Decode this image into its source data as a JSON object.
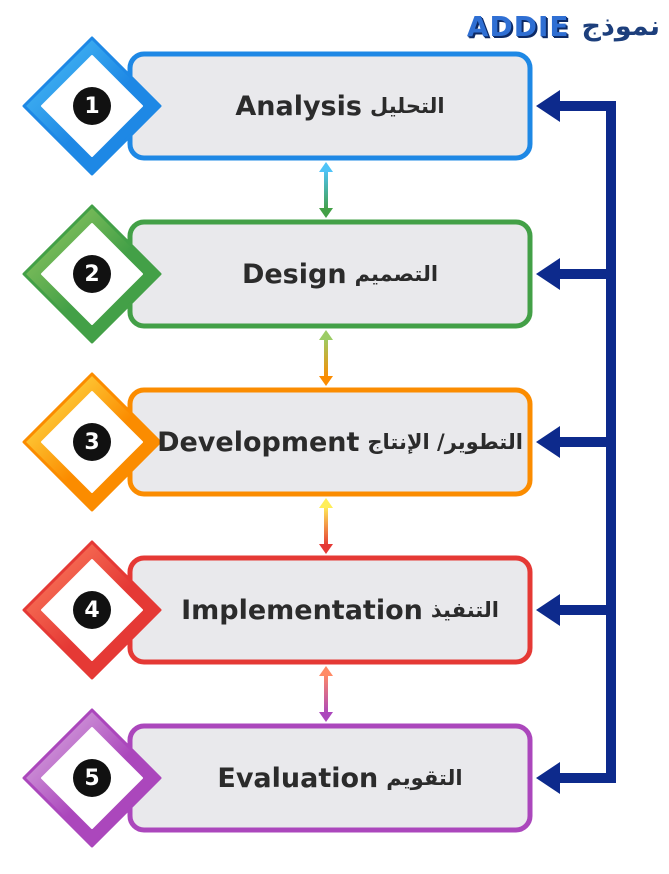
{
  "title": {
    "arabic": "نموذج",
    "model": "ADDIE"
  },
  "steps": [
    {
      "number": "1",
      "en": "Analysis",
      "ar": "التحليل",
      "color": "#1e88e5",
      "light": "#4fc3f7"
    },
    {
      "number": "2",
      "en": "Design",
      "ar": "التصميم",
      "color": "#43a047",
      "light": "#9ccc65"
    },
    {
      "number": "3",
      "en": "Development",
      "ar": "التطوير/ الإنتاج",
      "color": "#fb8c00",
      "light": "#ffee58"
    },
    {
      "number": "4",
      "en": "Implementation",
      "ar": "التنفيذ",
      "color": "#e53935",
      "light": "#ff8a65"
    },
    {
      "number": "5",
      "en": "Evaluation",
      "ar": "التقويم",
      "color": "#ab47bc",
      "light": "#e1bee7"
    }
  ],
  "colors": {
    "feedback_line": "#0d2a8c",
    "box_fill": "#e9e9ec",
    "connector_top": "#5ec8f0",
    "connector_bottom": "#d04fd8"
  }
}
